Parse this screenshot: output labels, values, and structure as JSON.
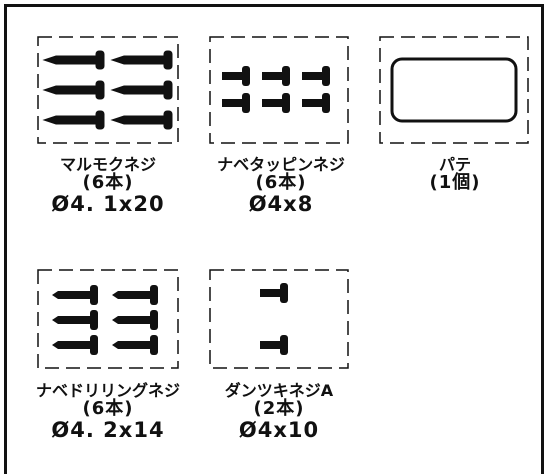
{
  "parts": [
    {
      "name": "マルモクネジ",
      "qty": "(6本)",
      "size": "Ø4. 1x20"
    },
    {
      "name": "ナベタッピンネジ",
      "qty": "(6本)",
      "size": "Ø4x8"
    },
    {
      "name": "パテ",
      "qty": "(1個)",
      "size": ""
    },
    {
      "name": "ナベドリリングネジ",
      "qty": "(6本)",
      "size": "Ø4. 2x14"
    },
    {
      "name": "ダンツキネジA",
      "qty": "(2本)",
      "size": "Ø4x10"
    }
  ]
}
